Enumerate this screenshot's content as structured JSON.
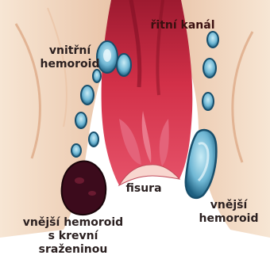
{
  "labels": {
    "internal_hemorrhoid": [
      "vnitřní",
      "hemoroid"
    ],
    "anal_canal": [
      "řitní kanál"
    ],
    "fissure": [
      "fisura"
    ],
    "external_hemorrhoid": [
      "vnější",
      "hemoroid"
    ],
    "external_hemorrhoid_clot": [
      "vnější hemoroid",
      "s krevní",
      "sraženinou"
    ]
  },
  "colors": {
    "background": "#ffffff",
    "skin": "#f4dcc4",
    "skin_fold": "#e7bfa0",
    "canal": "#c8243e",
    "canal_dark": "#8f1428",
    "mucosa": "#e25a6e",
    "vein_outline": "#1d6b8c",
    "vein_fill": "#9fd6e8",
    "clot": "#3a0a18"
  }
}
